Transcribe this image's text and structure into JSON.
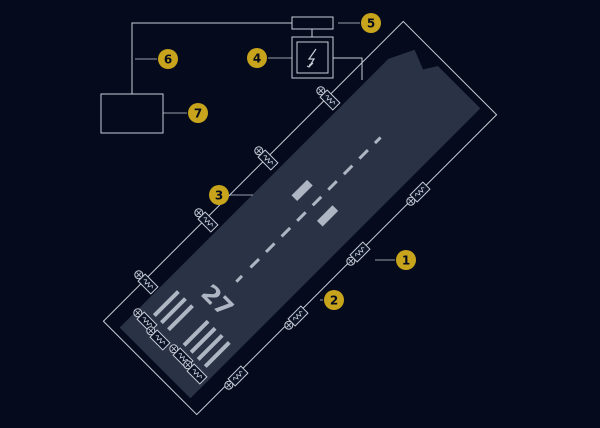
{
  "runway": {
    "number": "27"
  },
  "callouts": [
    {
      "label": "1",
      "target": "edge-light-right-lower"
    },
    {
      "label": "2",
      "target": "edge-light-bottom"
    },
    {
      "label": "3",
      "target": "edge-light-left-middle"
    },
    {
      "label": "4",
      "target": "lightning-protection-box"
    },
    {
      "label": "5",
      "target": "power-supply-box"
    },
    {
      "label": "6",
      "target": "cable-line"
    },
    {
      "label": "7",
      "target": "control-cabinet"
    }
  ],
  "icons": {
    "lightning": "lightning-bolt-icon",
    "edge_light": "runway-edge-light-icon"
  },
  "colors": {
    "background": "#050b1c",
    "runway": "#2a3246",
    "markings": "#aeb6c4",
    "lines": "#c9ced8",
    "callout_fill": "#c8a41c",
    "callout_text": "#050b1c"
  }
}
